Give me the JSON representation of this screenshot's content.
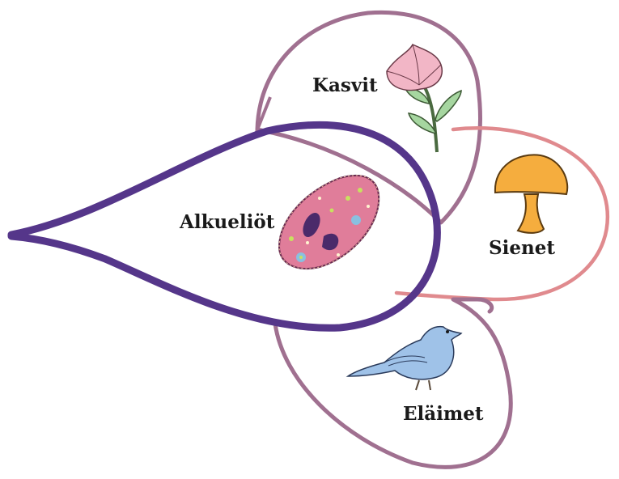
{
  "labels": {
    "plants": "Kasvit",
    "fungi": "Sienet",
    "animals": "Eläimet",
    "protists": "Alkueliöt"
  },
  "colors": {
    "plants_outline": "#a07090",
    "fungi_outline": "#e08a8e",
    "animals_outline": "#a07090",
    "protists_outline": "#55368a",
    "flower_petal": "#f2b6c6",
    "flower_leaf": "#a6d6a0",
    "mushroom": "#f5ad3e",
    "bird": "#9fc2e8",
    "protist_body": "#e07d9a"
  },
  "icons": [
    "flower-icon",
    "mushroom-icon",
    "bird-icon",
    "protist-icon"
  ]
}
